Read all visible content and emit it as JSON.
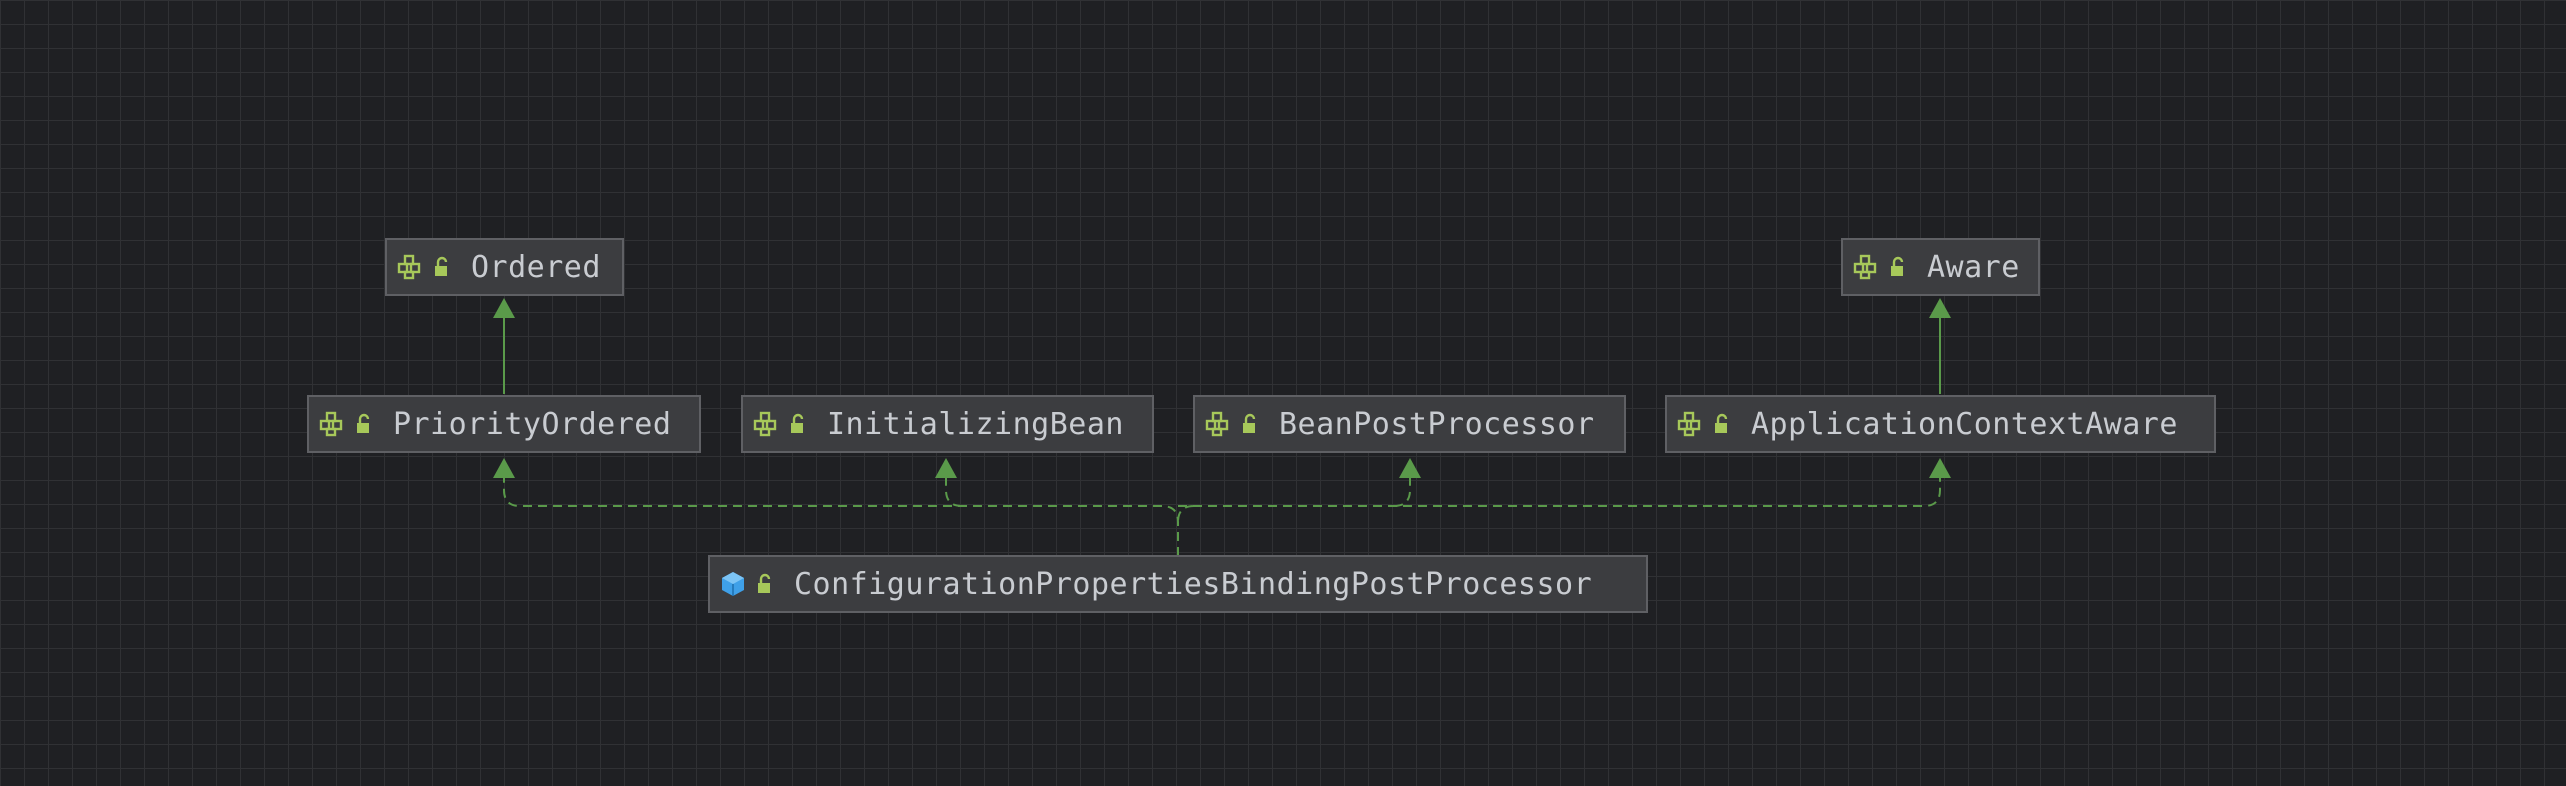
{
  "diagram": {
    "nodes": {
      "ordered": {
        "label": "Ordered",
        "kind": "interface"
      },
      "aware": {
        "label": "Aware",
        "kind": "interface"
      },
      "priority_ordered": {
        "label": "PriorityOrdered",
        "kind": "interface"
      },
      "initializing_bean": {
        "label": "InitializingBean",
        "kind": "interface"
      },
      "bean_post_processor": {
        "label": "BeanPostProcessor",
        "kind": "interface"
      },
      "application_context_aware": {
        "label": "ApplicationContextAware",
        "kind": "interface"
      },
      "config_props_binding_post_processor": {
        "label": "ConfigurationPropertiesBindingPostProcessor",
        "kind": "class"
      }
    },
    "edges": [
      {
        "from": "priority_ordered",
        "to": "ordered",
        "type": "extends"
      },
      {
        "from": "application_context_aware",
        "to": "aware",
        "type": "extends"
      },
      {
        "from": "config_props_binding_post_processor",
        "to": "priority_ordered",
        "type": "implements"
      },
      {
        "from": "config_props_binding_post_processor",
        "to": "initializing_bean",
        "type": "implements"
      },
      {
        "from": "config_props_binding_post_processor",
        "to": "bean_post_processor",
        "type": "implements"
      },
      {
        "from": "config_props_binding_post_processor",
        "to": "application_context_aware",
        "type": "implements"
      }
    ],
    "colors": {
      "edge": "#5a9a4a",
      "interface_icon": "#a7c85a",
      "class_icon": "#3fa0e8",
      "lock_icon": "#a7c85a"
    },
    "icons": {
      "interface": "interface-icon",
      "class": "class-icon",
      "visibility": "unlocked-icon"
    }
  }
}
